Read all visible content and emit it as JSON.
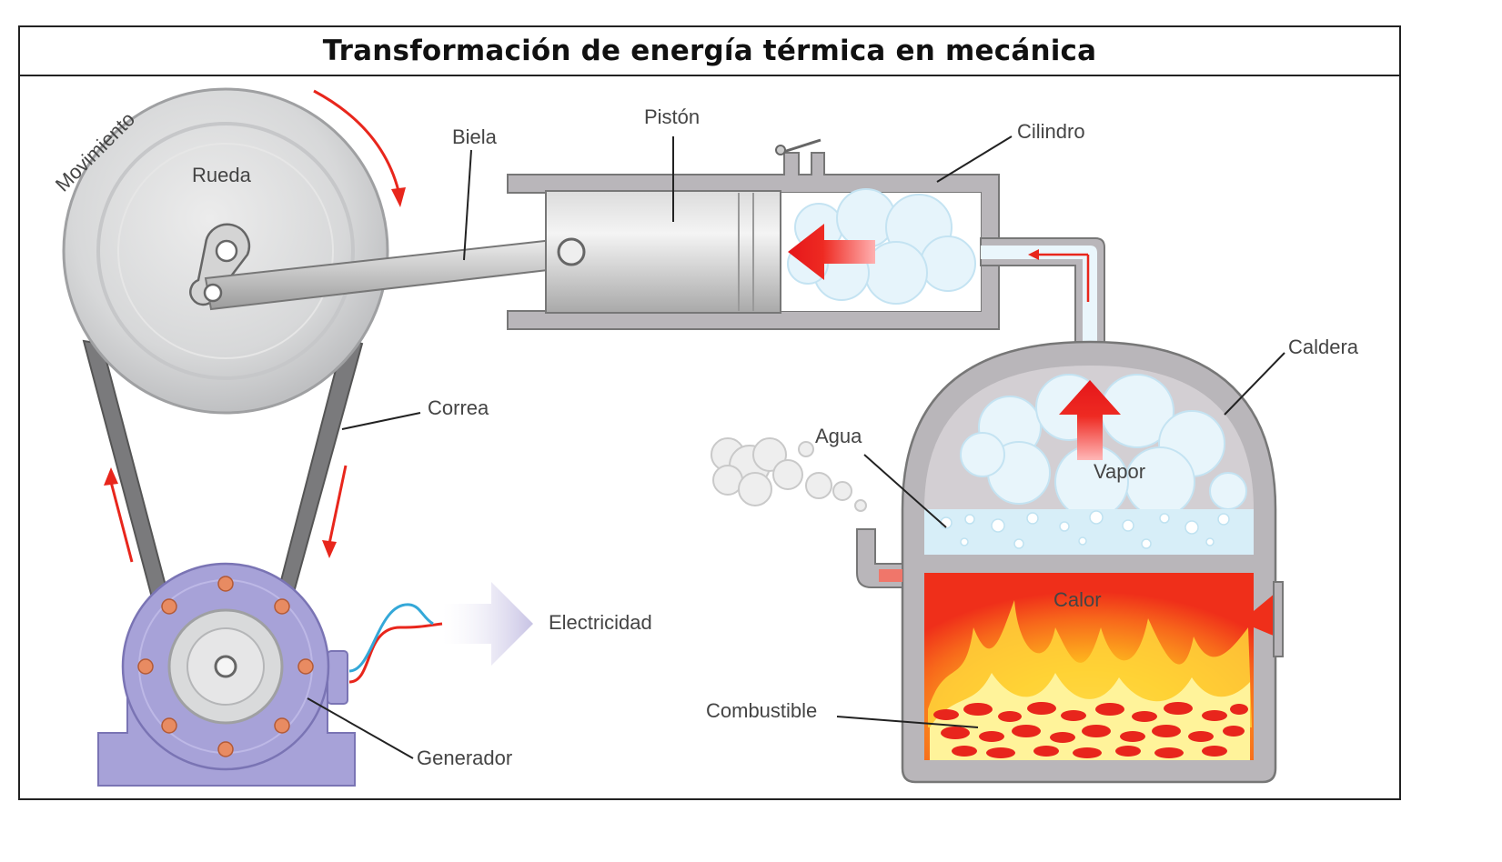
{
  "title": "Transformación de energía térmica en mecánica",
  "labels": {
    "movimiento": "Movimiento",
    "rueda": "Rueda",
    "biela": "Biela",
    "piston": "Pistón",
    "cilindro": "Cilindro",
    "caldera": "Caldera",
    "correa": "Correa",
    "agua": "Agua",
    "vapor": "Vapor",
    "electricidad": "Electricidad",
    "calor": "Calor",
    "combustible": "Combustible",
    "generador": "Generador"
  },
  "colors": {
    "arrow": "#e8261c",
    "wheel": "#d9dadb",
    "generator": "#a7a2d8",
    "boiler": "#b9b6ba",
    "fire": "#f2381b",
    "steam": "#d8eef8"
  }
}
